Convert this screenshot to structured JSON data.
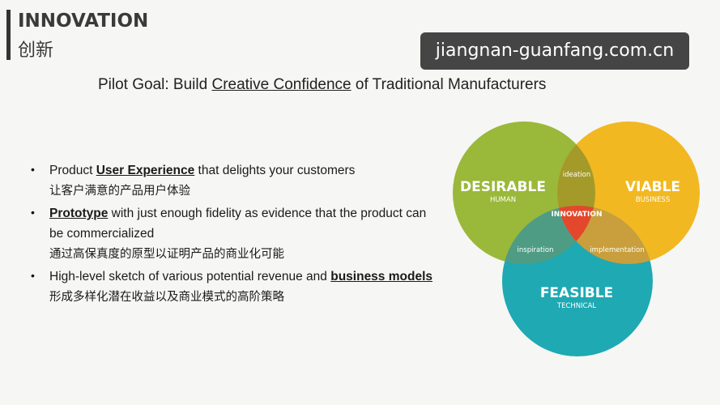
{
  "header": {
    "title": "INNOVATION",
    "subtitle": "创新"
  },
  "watermark": "jiangnan-guanfang.com.cn",
  "headline": {
    "prefix": "Pilot Goal: Build ",
    "emphasis": "Creative Confidence",
    "suffix": " of Traditional Manufacturers"
  },
  "bullets": [
    {
      "pre": "Product ",
      "bold": "User Experience",
      "post": " that delights your customers",
      "zh": "让客户满意的产品用户体验"
    },
    {
      "pre": "",
      "bold": "Prototype",
      "post": " with just enough fidelity as evidence that the product can",
      "post2": "be commercialized",
      "zh": "通过高保真度的原型以证明产品的商业化可能"
    },
    {
      "pre": "High-level sketch of various potential revenue and ",
      "bold": "business models",
      "post": "",
      "zh": "形成多样化潜在收益以及商业模式的高阶策略"
    }
  ],
  "venn": {
    "circles": [
      {
        "label": "DESIRABLE",
        "sub": "HUMAN",
        "color": "#9ab83a"
      },
      {
        "label": "VIABLE",
        "sub": "BUSINESS",
        "color": "#f2b821"
      },
      {
        "label": "FEASIBLE",
        "sub": "TECHNICAL",
        "color": "#1ea9b3"
      }
    ],
    "overlaps": {
      "desirable_viable": "ideation",
      "desirable_feasible": "inspiration",
      "viable_feasible": "implementation",
      "center": "INNOVATION"
    },
    "colors": {
      "dv": "#a39a2a",
      "df": "#4f9c85",
      "vf": "#c89f3c",
      "center": "#e3472c"
    }
  }
}
